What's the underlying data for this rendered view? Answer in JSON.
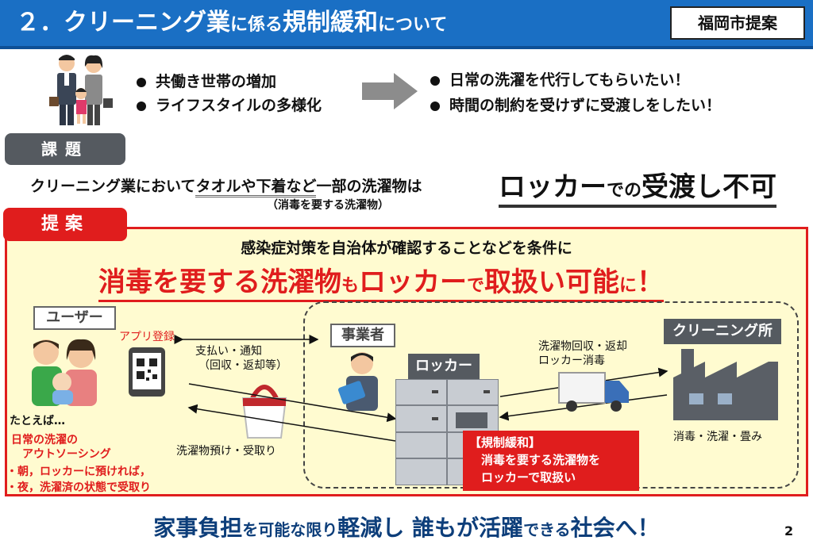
{
  "header": {
    "title_parts": [
      "２．クリーニング業",
      "に係る",
      "規制緩和",
      "について"
    ],
    "proposer": "福岡市提案"
  },
  "background": {
    "causes": [
      "共働き世帯の増加",
      "ライフスタイルの多様化"
    ],
    "needs": [
      "日常の洗濯を代行してもらいたい！",
      "時間の制約を受けずに受渡しをしたい！"
    ]
  },
  "issue": {
    "label": "課題",
    "text_pre": "クリーニング業において",
    "text_underlined": "タオルや下着など",
    "text_post": "一部の洗濯物は",
    "big_1": "ロッカー",
    "small_1": "での",
    "big_2": "受渡し不可",
    "sub": "（消毒を要する洗濯物）"
  },
  "proposal": {
    "label": "提案",
    "condition": "感染症対策を自治体が確認することなどを条件に",
    "headline_parts": [
      "消毒を要する洗濯物",
      "も",
      "ロッカー",
      "で",
      "取扱い可能",
      "に",
      "！"
    ],
    "user_label": "ユーザー",
    "app_label": "アプリ登録",
    "payment_line1": "支払い・通知",
    "payment_line2": "（回収・返却等）",
    "deposit": "洗濯物預け・受取り",
    "example_title": "たとえば…",
    "example_red1": "日常の洗濯の",
    "example_red2": "　アウトソーシング",
    "example_red3": "・朝，ロッカーに預ければ，",
    "example_red4": "・夜，洗濯済の状態で受取り",
    "operator_label": "事業者",
    "locker_label": "ロッカー",
    "pickup_line1": "洗濯物回収・返却",
    "pickup_line2": "ロッカー消毒",
    "cleaner_label": "クリーニング所",
    "cleaner_caption": "消毒・洗濯・畳み",
    "reg_line1": "【規制緩和】",
    "reg_line2": "　消毒を要する洗濯物を",
    "reg_line3": "　ロッカーで取扱い"
  },
  "footer": {
    "parts": [
      "家事負担",
      "を可能な限り",
      "軽減し",
      " 誰もが活躍",
      "できる",
      "社会",
      "へ！"
    ],
    "page": "2"
  },
  "colors": {
    "header_blue": "#1a6fc4",
    "accent_red": "#e01d1d",
    "panel_yellow": "#fffbd0",
    "footer_navy": "#0d3e7a"
  }
}
